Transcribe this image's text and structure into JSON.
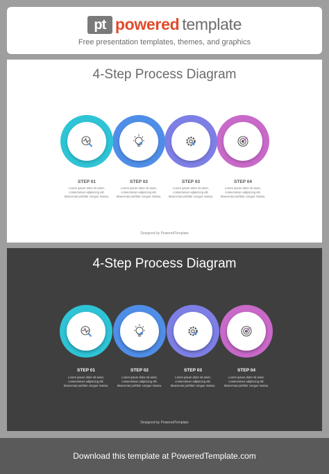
{
  "header": {
    "logo_mark": "pt",
    "logo_word_1": "powered",
    "logo_word_2": " template",
    "tagline": "Free presentation templates, themes, and graphics"
  },
  "slides": [
    {
      "variant": "light",
      "title": "4-Step Process Diagram",
      "steps": [
        {
          "label": "STEP 01",
          "icon": "heart-rate-search-icon",
          "line1": "Lorem ipsum dolor sit amet,",
          "line2": "consectetuer adipiscing elit.",
          "line3": "Maecenas porttitor congue massa."
        },
        {
          "label": "STEP 02",
          "icon": "lightbulb-icon",
          "line1": "Lorem ipsum dolor sit amet,",
          "line2": "consectetuer adipiscing elit.",
          "line3": "Maecenas porttitor congue massa."
        },
        {
          "label": "STEP 03",
          "icon": "gear-icon",
          "line1": "Lorem ipsum dolor sit amet,",
          "line2": "consectetuer adipiscing elit.",
          "line3": "Maecenas porttitor congue massa."
        },
        {
          "label": "STEP 04",
          "icon": "target-icon",
          "line1": "Lorem ipsum dolor sit amet,",
          "line2": "consectetuer adipiscing elit.",
          "line3": "Maecenas porttitor congue massa."
        }
      ],
      "credit": "Designed by PoweredTemplate"
    },
    {
      "variant": "dark",
      "title": "4-Step Process Diagram",
      "steps": [
        {
          "label": "STEP 01",
          "icon": "heart-rate-search-icon",
          "line1": "Lorem ipsum dolor sit amet,",
          "line2": "consectetuer adipiscing elit.",
          "line3": "Maecenas porttitor congue massa."
        },
        {
          "label": "STEP 02",
          "icon": "lightbulb-icon",
          "line1": "Lorem ipsum dolor sit amet,",
          "line2": "consectetuer adipiscing elit.",
          "line3": "Maecenas porttitor congue massa."
        },
        {
          "label": "STEP 03",
          "icon": "gear-icon",
          "line1": "Lorem ipsum dolor sit amet,",
          "line2": "consectetuer adipiscing elit.",
          "line3": "Maecenas porttitor congue massa."
        },
        {
          "label": "STEP 04",
          "icon": "target-icon",
          "line1": "Lorem ipsum dolor sit amet,",
          "line2": "consectetuer adipiscing elit.",
          "line3": "Maecenas porttitor congue massa."
        }
      ],
      "credit": "Designed by PoweredTemplate"
    }
  ],
  "ring_colors": [
    "#2ec4d6",
    "#4f8ee8",
    "#7d7fe6",
    "#c969c9"
  ],
  "footer": {
    "text": "Download this template at PoweredTemplate.com"
  }
}
